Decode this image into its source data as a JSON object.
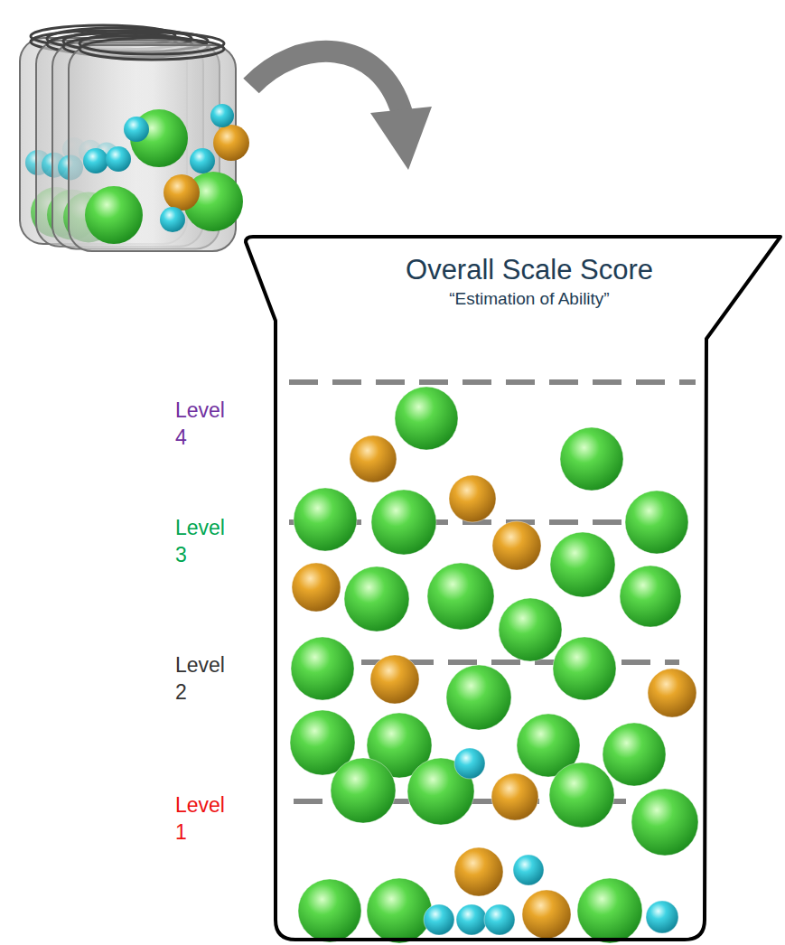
{
  "diagram": {
    "nodes": [
      {
        "text": [
          "Overall Scale Score",
          "“Estimation of Ability”"
        ]
      }
    ],
    "labels": [
      "Level 4",
      "Level 3",
      "Level 2",
      "Level 1"
    ]
  }
}
